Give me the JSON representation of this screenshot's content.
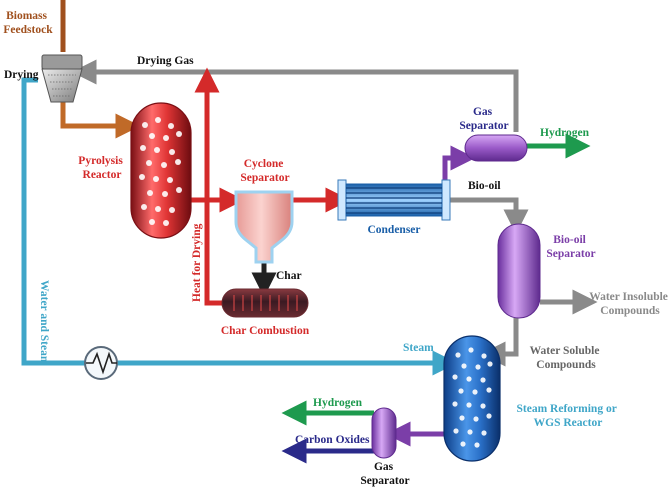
{
  "labels": {
    "biomass_feedstock": [
      "Biomass",
      "Feedstock"
    ],
    "drying": "Drying",
    "drying_gas": "Drying  Gas",
    "pyrolysis_reactor": [
      "Pyrolysis",
      "Reactor"
    ],
    "water_and_steam": "Water and Steam",
    "heat_for_drying": "Heat for Drying",
    "cyclone_separator": [
      "Cyclone",
      "Separator"
    ],
    "char": "Char",
    "char_combustion": "Char Combustion",
    "condenser": "Condenser",
    "gas_separator_top": [
      "Gas",
      "Separator"
    ],
    "hydrogen_top": "Hydrogen",
    "bio_oil": "Bio-oil",
    "bio_oil_separator": [
      "Bio-oil",
      "Separator"
    ],
    "water_insoluble": [
      "Water Insoluble",
      "Compounds"
    ],
    "water_soluble": [
      "Water Soluble",
      "Compounds"
    ],
    "steam": "Steam",
    "steam_reforming": [
      "Steam Reforming  or",
      "WGS Reactor"
    ],
    "hydrogen_bottom": "Hydrogen",
    "carbon_oxides": "Carbon Oxides",
    "gas_separator_bottom": [
      "Gas",
      "Separator"
    ]
  },
  "colors": {
    "biomass": "#a0501e",
    "pyrolysis": "#d42a2a",
    "steam": "#3fa6c8",
    "gas": "#8a8a8a",
    "purple": "#7b3ea8",
    "hydrogen": "#1e9a4e",
    "carbon": "#2a2a8a"
  }
}
